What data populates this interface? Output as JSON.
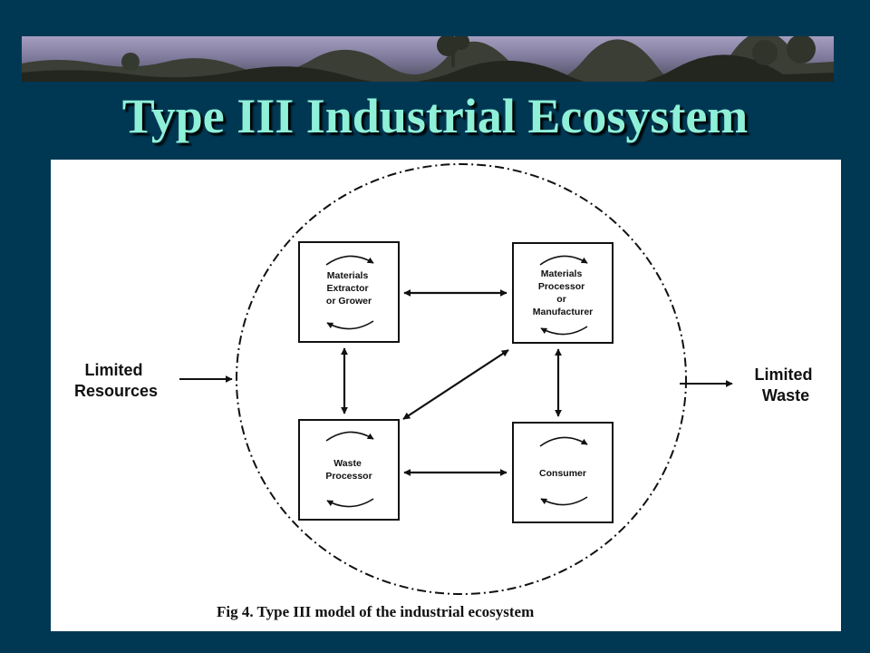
{
  "slide": {
    "title": "Type III Industrial Ecosystem"
  },
  "diagram": {
    "nodes": {
      "extractor": [
        "Materials",
        "Extractor",
        "or Grower"
      ],
      "manufacturer": [
        "Materials",
        "Processor",
        "or",
        "Manufacturer"
      ],
      "waste_processor": [
        "Waste",
        "Processor"
      ],
      "consumer": [
        "Consumer"
      ]
    },
    "inputs": [
      "Limited",
      "Resources"
    ],
    "outputs": [
      "Limited",
      "Waste"
    ],
    "caption": "Fig 4. Type III model of the industrial ecosystem"
  }
}
